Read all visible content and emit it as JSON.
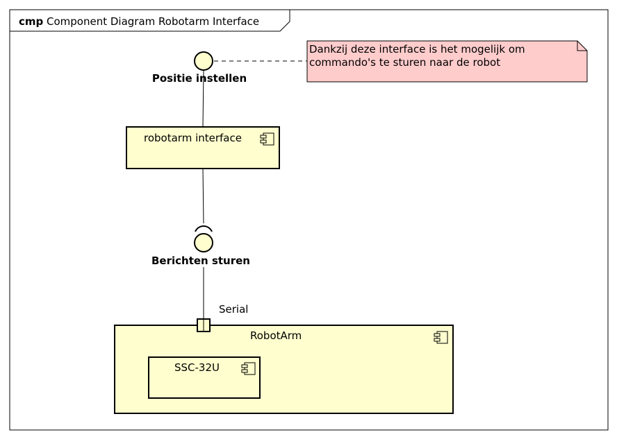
{
  "frame": {
    "keyword": "cmp",
    "title": "Component Diagram Robotarm Interface"
  },
  "interfaces": {
    "provided": {
      "label": "Positie instellen"
    },
    "required": {
      "label": "Berichten sturen"
    }
  },
  "note": {
    "lines": [
      "Dankzij deze interface is het mogelijk om",
      "commando's te sturen naar de robot"
    ]
  },
  "components": {
    "robotarm_interface": {
      "label": "robotarm interface"
    },
    "robotarm": {
      "label": "RobotArm"
    },
    "ssc32u": {
      "label": "SSC-32U"
    }
  },
  "port": {
    "label": "Serial"
  },
  "colors": {
    "component_fill": "#FEFECE",
    "note_fill": "#FFCCCC",
    "stroke": "#000000"
  }
}
